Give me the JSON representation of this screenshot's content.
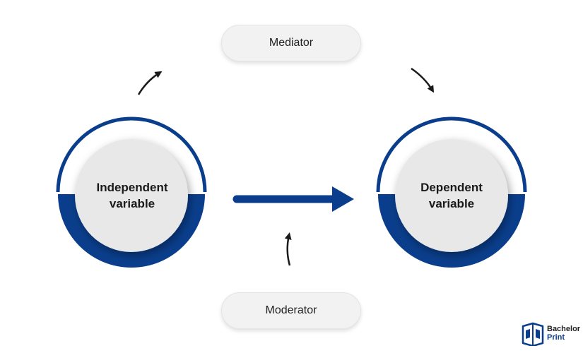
{
  "diagram": {
    "nodes": {
      "independent": {
        "line1": "Independent",
        "line2": "variable"
      },
      "dependent": {
        "line1": "Dependent",
        "line2": "variable"
      }
    },
    "mediator": {
      "label": "Mediator"
    },
    "moderator": {
      "label": "Moderator"
    }
  },
  "brand": {
    "line1": "Bachelor",
    "line2": "Print"
  },
  "colors": {
    "primary_blue": "#0a3e8c",
    "node_fill": "#e8e8e8",
    "arrow_dark": "#1a1a1a"
  },
  "icons": [
    "book-logo-icon"
  ]
}
